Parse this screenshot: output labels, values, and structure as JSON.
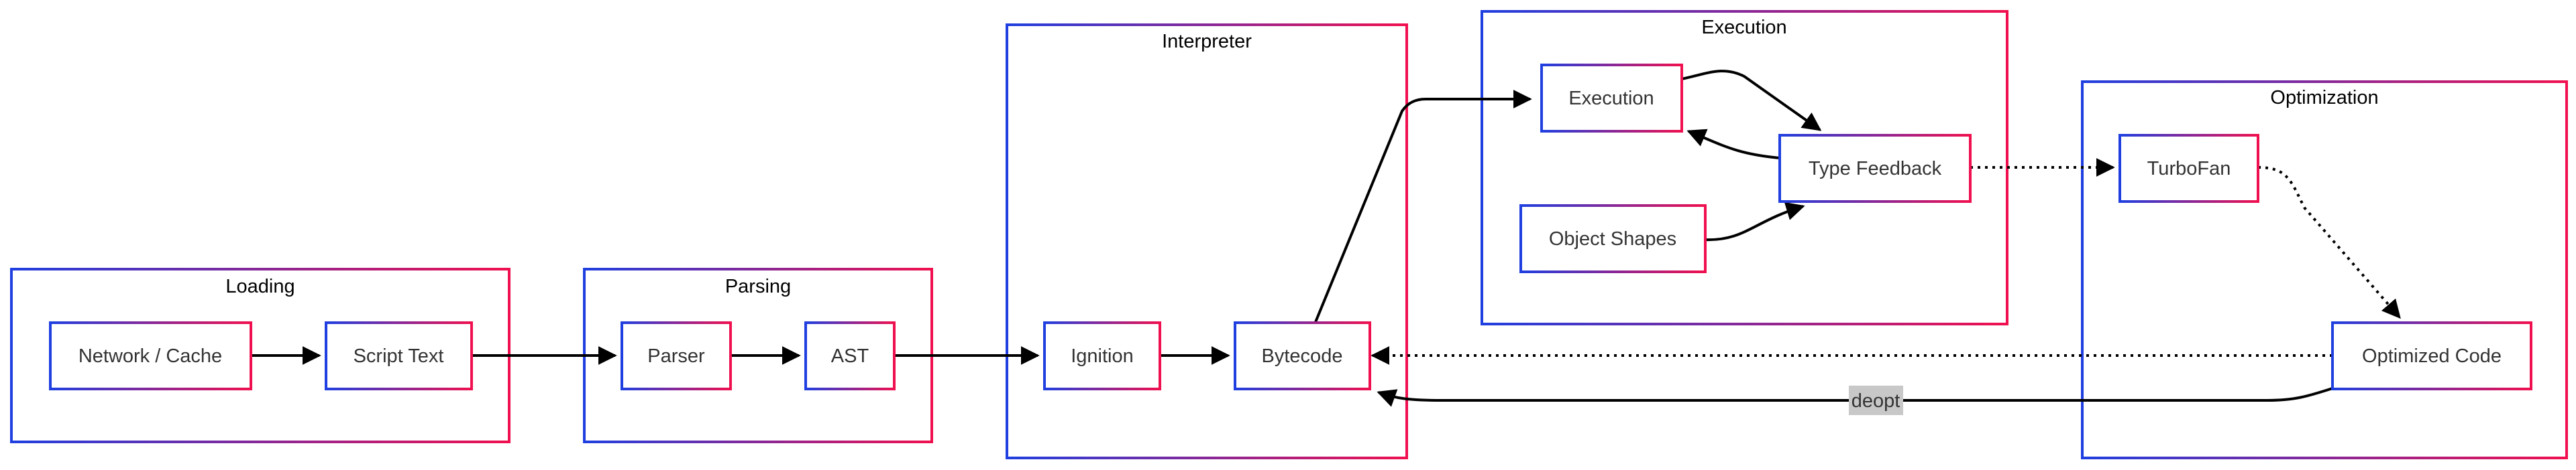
{
  "diagram": {
    "type": "flowchart",
    "direction": "left-to-right",
    "colors": {
      "border_gradient_start": "#1f3fe0",
      "border_gradient_end": "#f0104f",
      "edge": "#000000",
      "edge_label_background": "#c8c8c8",
      "background": "#ffffff"
    },
    "groups": {
      "loading": {
        "label": "Loading"
      },
      "parsing": {
        "label": "Parsing"
      },
      "interpreter": {
        "label": "Interpreter"
      },
      "execution": {
        "label": "Execution"
      },
      "optimization": {
        "label": "Optimization"
      }
    },
    "nodes": {
      "network_cache": {
        "label": "Network / Cache",
        "group": "loading"
      },
      "script_text": {
        "label": "Script Text",
        "group": "loading"
      },
      "parser": {
        "label": "Parser",
        "group": "parsing"
      },
      "ast": {
        "label": "AST",
        "group": "parsing"
      },
      "ignition": {
        "label": "Ignition",
        "group": "interpreter"
      },
      "bytecode": {
        "label": "Bytecode",
        "group": "interpreter"
      },
      "execution": {
        "label": "Execution",
        "group": "execution"
      },
      "type_feedback": {
        "label": "Type Feedback",
        "group": "execution"
      },
      "object_shapes": {
        "label": "Object Shapes",
        "group": "execution"
      },
      "turbofan": {
        "label": "TurboFan",
        "group": "optimization"
      },
      "optimized_code": {
        "label": "Optimized Code",
        "group": "optimization"
      }
    },
    "edges": [
      {
        "from": "network_cache",
        "to": "script_text",
        "style": "solid"
      },
      {
        "from": "script_text",
        "to": "parser",
        "style": "solid"
      },
      {
        "from": "parser",
        "to": "ast",
        "style": "solid"
      },
      {
        "from": "ast",
        "to": "ignition",
        "style": "solid"
      },
      {
        "from": "ignition",
        "to": "bytecode",
        "style": "solid"
      },
      {
        "from": "bytecode",
        "to": "execution",
        "style": "solid"
      },
      {
        "from": "execution",
        "to": "type_feedback",
        "style": "solid"
      },
      {
        "from": "type_feedback",
        "to": "execution",
        "style": "solid"
      },
      {
        "from": "object_shapes",
        "to": "type_feedback",
        "style": "solid"
      },
      {
        "from": "type_feedback",
        "to": "turbofan",
        "style": "dotted"
      },
      {
        "from": "turbofan",
        "to": "optimized_code",
        "style": "dotted"
      },
      {
        "from": "optimized_code",
        "to": "bytecode",
        "style": "dotted"
      },
      {
        "from": "optimized_code",
        "to": "bytecode",
        "style": "solid",
        "label": "deopt"
      }
    ]
  }
}
